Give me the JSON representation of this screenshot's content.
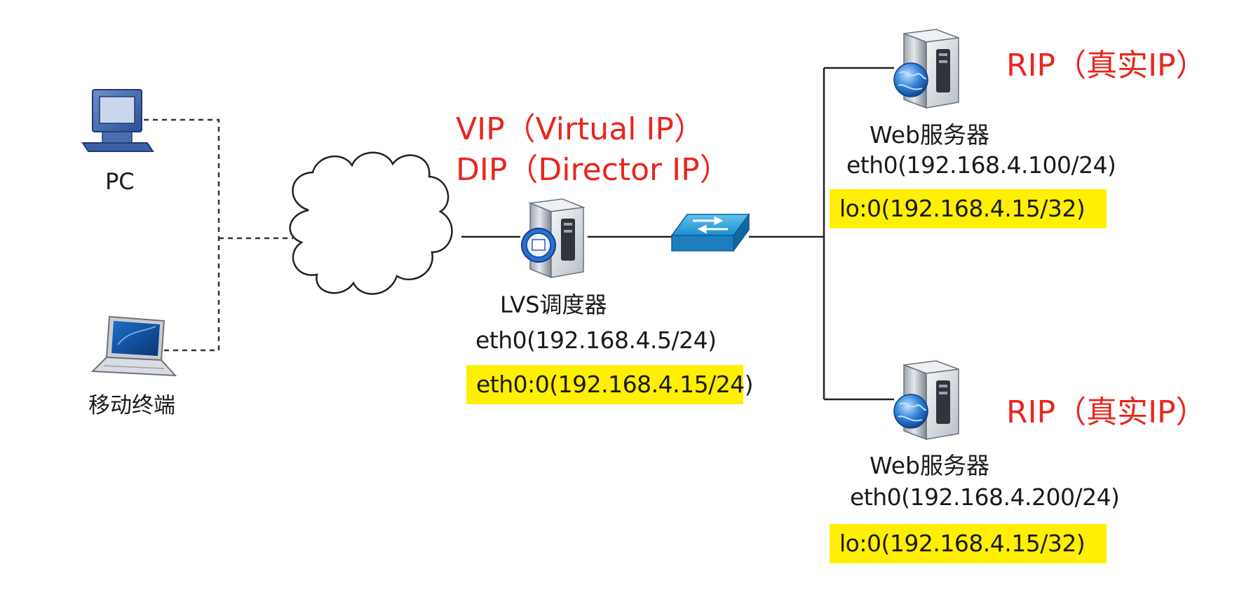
{
  "client_pc": {
    "label": "PC"
  },
  "client_mobile": {
    "label": "移动终端"
  },
  "director": {
    "label": "LVS调度器",
    "eth0": "eth0(192.168.4.5/24)",
    "vip_iface": "eth0:0(192.168.4.15/24)",
    "vip_note": "VIP（Virtual   IP）",
    "dip_note": "DIP（Director IP）"
  },
  "web1": {
    "label": "Web服务器",
    "eth0": "eth0(192.168.4.100/24)",
    "lo": "lo:0(192.168.4.15/32)",
    "rip_note": "RIP（真实IP）"
  },
  "web2": {
    "label": "Web服务器",
    "eth0": "eth0(192.168.4.200/24)",
    "lo": "lo:0(192.168.4.15/32)",
    "rip_note": "RIP（真实IP）"
  },
  "colors": {
    "annotation": "#e8261e",
    "highlight": "#ffef00",
    "line": "#222222"
  },
  "icons": [
    "pc-icon",
    "laptop-icon",
    "cloud-icon",
    "server-icon",
    "switch-icon"
  ]
}
